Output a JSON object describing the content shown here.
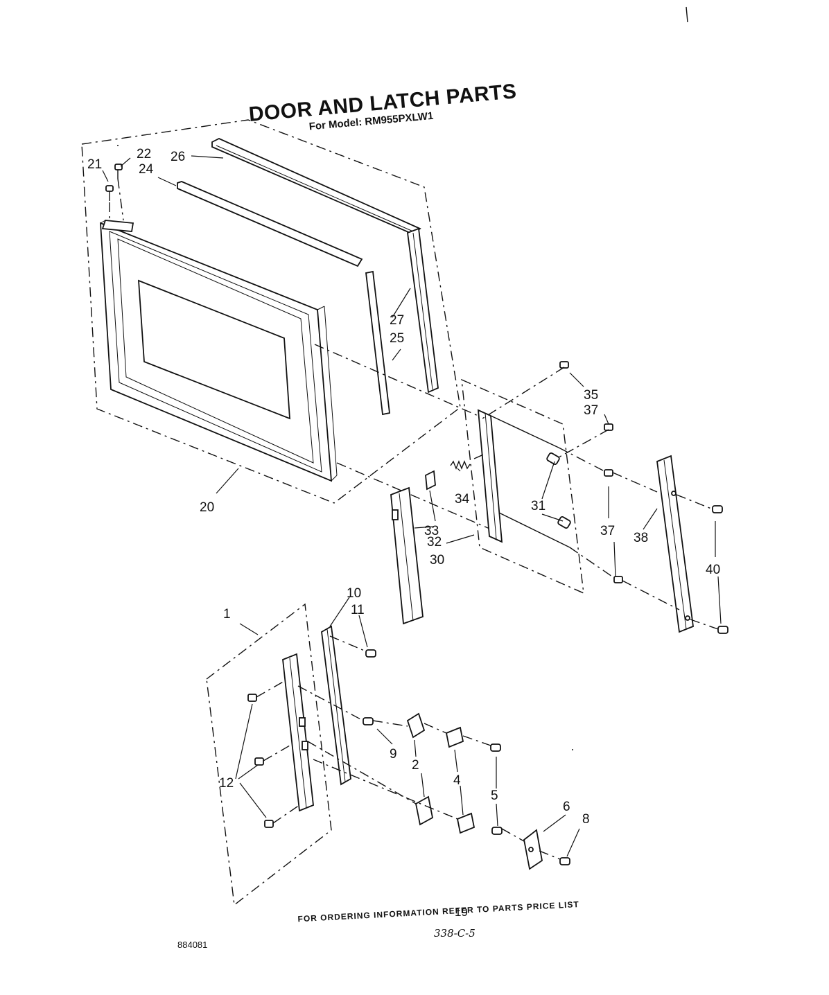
{
  "header": {
    "title": "DOOR AND LATCH PARTS",
    "subtitle": "For Model: RM955PXLW1"
  },
  "callouts": {
    "c1": "1",
    "c2": "2",
    "c4": "4",
    "c5": "5",
    "c6": "6",
    "c8": "8",
    "c9": "9",
    "c10": "10",
    "c11": "11",
    "c12": "12",
    "c20": "20",
    "c21": "21",
    "c22": "22",
    "c24": "24",
    "c25": "25",
    "c26": "26",
    "c27": "27",
    "c30": "30",
    "c31": "31",
    "c32": "32",
    "c33": "33",
    "c34": "34",
    "c35": "35",
    "c37a": "37",
    "c37b": "37",
    "c38": "38",
    "c40": "40"
  },
  "footer": {
    "ordering_note": "FOR ORDERING INFORMATION REFER TO PARTS PRICE LIST",
    "page_number": "19",
    "handwritten_code": "338-C-5",
    "doc_number": "884081"
  }
}
